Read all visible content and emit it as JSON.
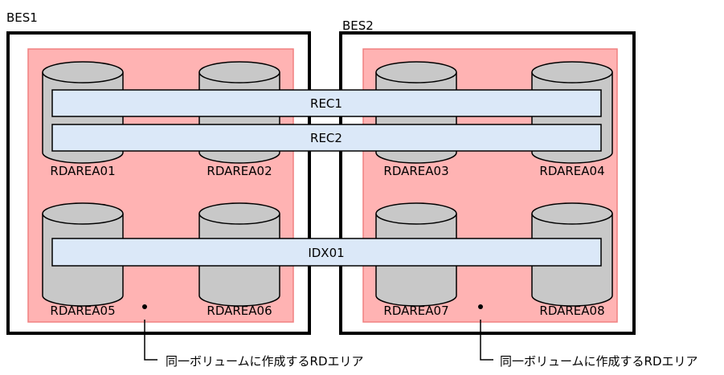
{
  "servers": [
    {
      "name": "BES1",
      "volume_note": "同一ボリュームに作成するRDエリア",
      "rdareas": [
        "RDAREA01",
        "RDAREA02",
        "RDAREA05",
        "RDAREA06"
      ]
    },
    {
      "name": "BES2",
      "volume_note": "同一ボリュームに作成するRDエリア",
      "rdareas": [
        "RDAREA03",
        "RDAREA04",
        "RDAREA07",
        "RDAREA08"
      ]
    }
  ],
  "spanning_bars": [
    "REC1",
    "REC2",
    "IDX01"
  ],
  "colors": {
    "server_border": "#000000",
    "volume_fill": "#ffb3b3",
    "volume_border": "#f08080",
    "cylinder_fill": "#c8c8c8",
    "bar_fill": "#dbe8f8"
  }
}
